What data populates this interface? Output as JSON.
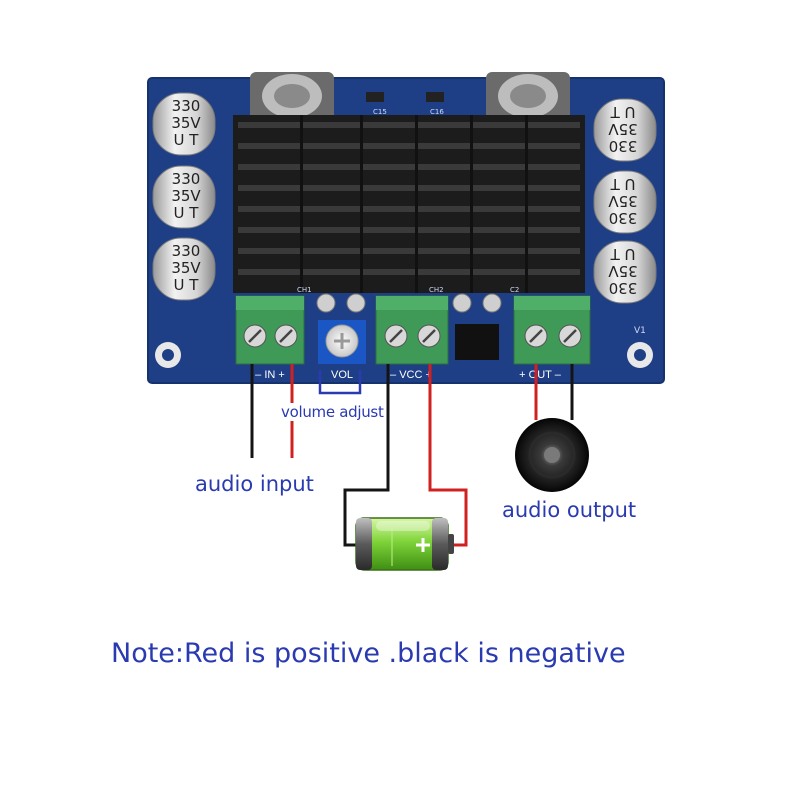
{
  "board": {
    "capacitor_top": "330",
    "capacitor_mid": "35V",
    "capacitor_bottom": "U T",
    "terminal_in": "– IN +",
    "terminal_vol": "VOL",
    "terminal_vcc": "– VCC +",
    "terminal_out": "+ OUT –",
    "silk_c15": "C15",
    "silk_c16": "C16",
    "silk_ch1": "CH1",
    "silk_ch2": "CH2",
    "silk_c2": "C2",
    "silk_v1": "V1"
  },
  "labels": {
    "audio_input": "audio input",
    "audio_output": "audio output",
    "volume_adjust": "volume adjust",
    "note": "Note:Red is positive .black is negative"
  },
  "colors": {
    "board": "#1e3f86",
    "heatsink": "#1c1c1c",
    "terminal": "#3f9a58",
    "wire_positive": "#d02020",
    "wire_negative": "#141414",
    "label_text": "#2a3ab0",
    "volume_box": "#2a3ab0"
  },
  "icons": {
    "battery": "battery-icon",
    "speaker": "speaker-icon"
  }
}
